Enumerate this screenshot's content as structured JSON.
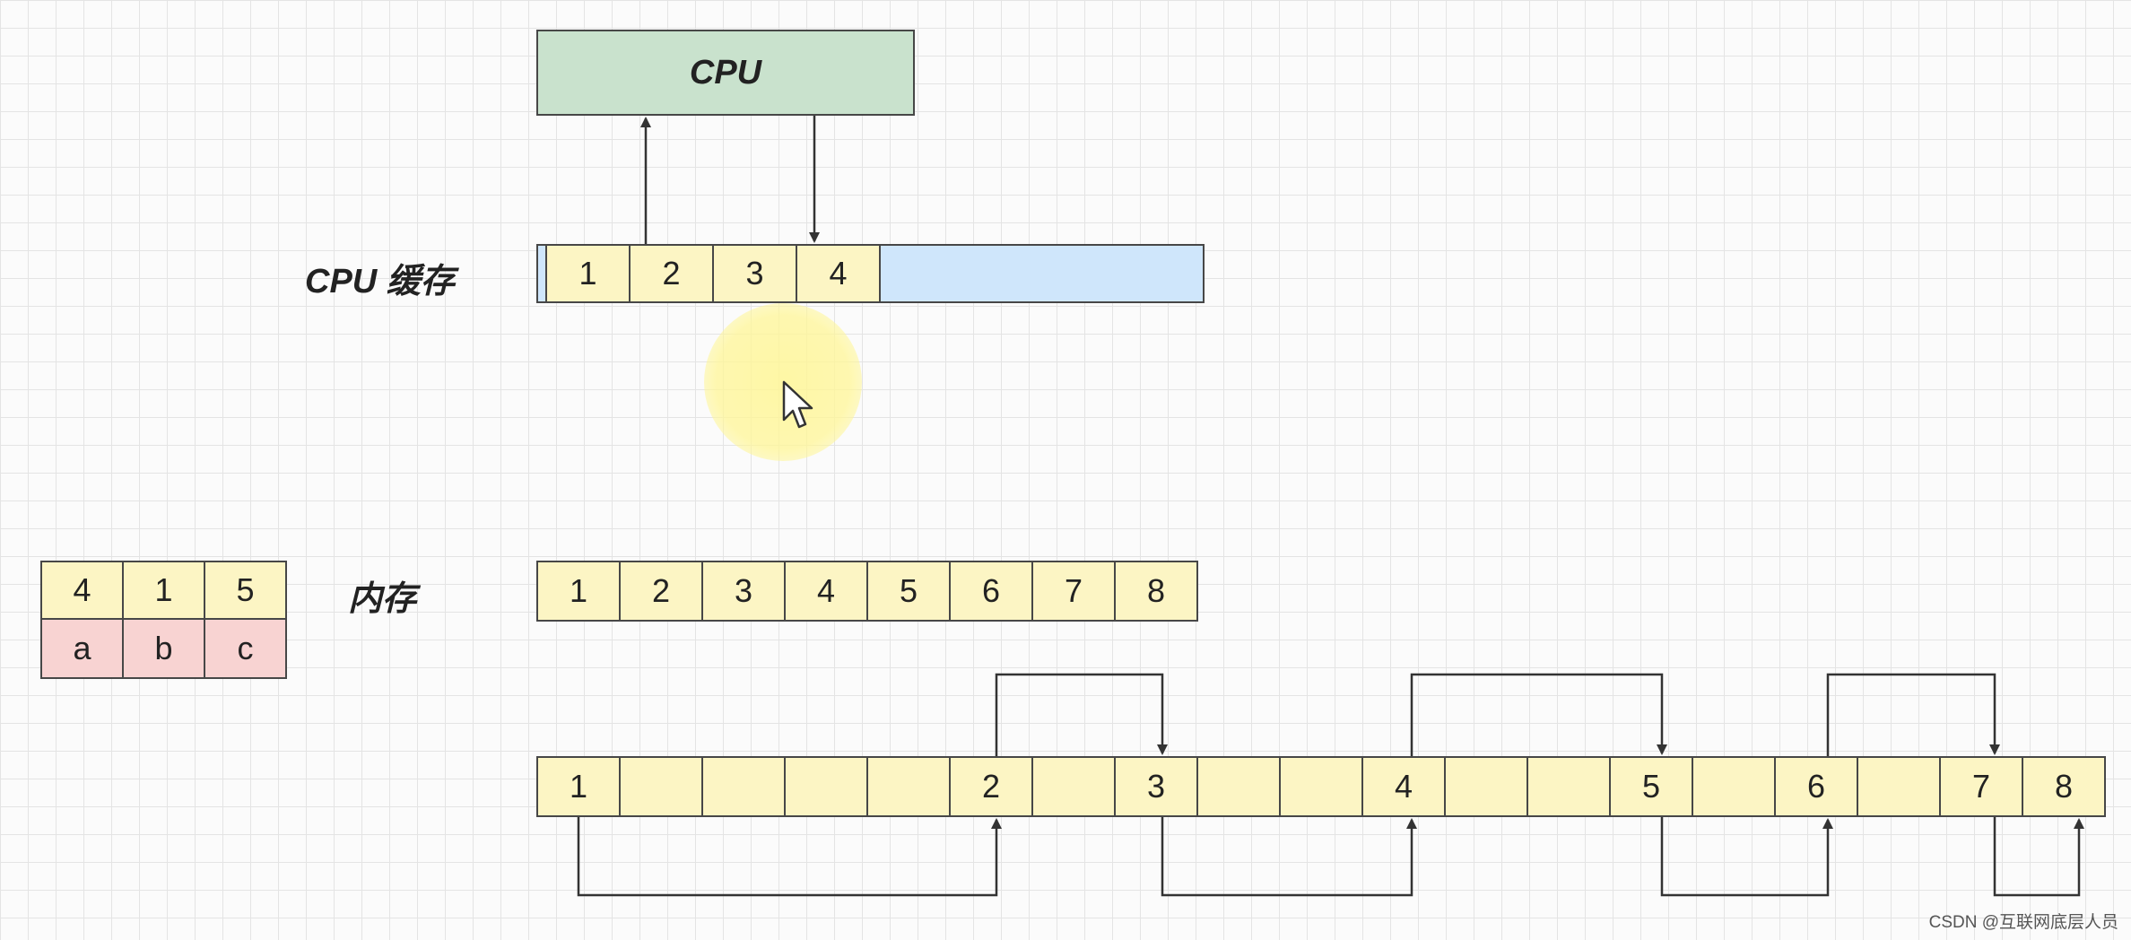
{
  "cpu": {
    "label": "CPU"
  },
  "cache": {
    "label": "CPU 缓存",
    "cells": [
      "1",
      "2",
      "3",
      "4"
    ]
  },
  "memory": {
    "label": "内存",
    "cells": [
      "1",
      "2",
      "3",
      "4",
      "5",
      "6",
      "7",
      "8"
    ]
  },
  "mapping": {
    "top": [
      "4",
      "1",
      "5"
    ],
    "bottom": [
      "a",
      "b",
      "c"
    ]
  },
  "sequence": {
    "cells": [
      "1",
      "",
      "",
      "",
      "",
      "2",
      "",
      "3",
      "",
      "",
      "4",
      "",
      "",
      "5",
      "",
      "6",
      "",
      "7",
      "8"
    ]
  },
  "watermark": "CSDN @互联网底层人员",
  "colors": {
    "cpu": "#c9e2cd",
    "cache_bg": "#cfe6fb",
    "cell": "#fcf5c4",
    "pink": "#f8d3d2"
  }
}
